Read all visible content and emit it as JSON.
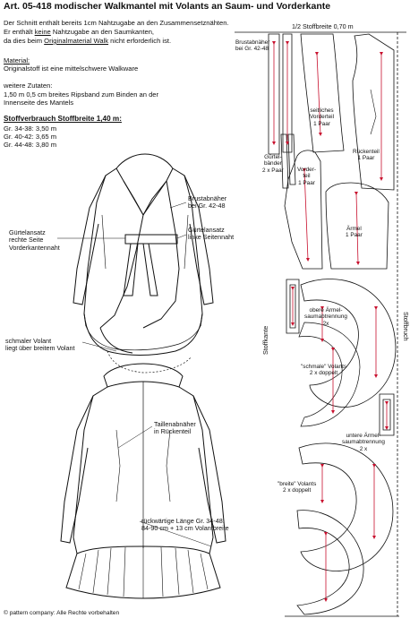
{
  "title": "Art. 05-418 modischer Walkmantel mit Volants an Saum- und Vorderkante",
  "intro": {
    "line1": "Der Schnitt enthält bereits 1cm Nahtzugabe an den Zusammensetznähten.",
    "line2_a": "Er enthält ",
    "line2_u": "keine",
    "line2_b": " Nahtzugabe an den Saumkanten,",
    "line3_a": "da dies beim ",
    "line3_u": "Originalmaterial Walk",
    "line3_b": " nicht erforderlich ist."
  },
  "material": {
    "heading": "Material:",
    "text": "Originalstoff ist eine mittelschwere Walkware"
  },
  "extras": {
    "heading": "weitere Zutaten:",
    "line1": "1,50 m 0,5 cm breites Ripsband zum Binden an der",
    "line2": "Innenseite des Mantels"
  },
  "fabric": {
    "heading": "Stoffverbrauch Stoffbreite 1,40 m:",
    "sizes": [
      "Gr. 34-38: 3,50 m",
      "Gr. 40-42: 3,65 m",
      "Gr. 44-48: 3,80 m"
    ]
  },
  "front_labels": {
    "bust_dart": [
      "Brustabnäher",
      "bei Gr. 42-48"
    ],
    "belt_right": [
      "Gürtelansatz",
      "rechte Seite",
      "Vorderkantennaht"
    ],
    "belt_left": [
      "Gürtelansatz",
      "linke Seitennaht"
    ],
    "volant": [
      "schmaler Volant",
      "liegt über breitem Volant"
    ]
  },
  "back_labels": {
    "waist_dart": [
      "Taillenabnäher",
      "in Rückenteil"
    ],
    "length": [
      "rückwärtige Länge Gr. 34-48:",
      "84-90 cm + 13 cm Volantbreite"
    ]
  },
  "layout": {
    "header": "1/2 Stoffbreite  0,70 m",
    "selvedge": "Stoffkante",
    "fold": "Stoffbruch",
    "pieces": {
      "brustabnaeher": [
        "Brustabnäher",
        "bei Gr. 42-48"
      ],
      "seitliches": [
        "seitliches",
        "Vorderteil",
        "1 Paar"
      ],
      "rueckenteil": [
        "Rückenteil",
        "1 Paar"
      ],
      "guertel": [
        "Gürtel-",
        "bänder",
        "2 x Paar"
      ],
      "vorderteil": [
        "Vorder-",
        "teil",
        "1 Paar"
      ],
      "aermel": [
        "Ärmel",
        "1 Paar"
      ],
      "obere": [
        "obere Ärmel-",
        "saumabtrennung",
        "2x"
      ],
      "schmale": [
        "\"schmale\" Volants",
        "2 x doppelt"
      ],
      "untere": [
        "untere Ärmel-",
        "saumabtrennung",
        "2 x"
      ],
      "breite": [
        "\"breite\" Volants",
        "2 x doppelt"
      ]
    }
  },
  "footer": {
    "copyright": "© pattern company",
    "rights": "Alle Rechte vorbehalten"
  }
}
